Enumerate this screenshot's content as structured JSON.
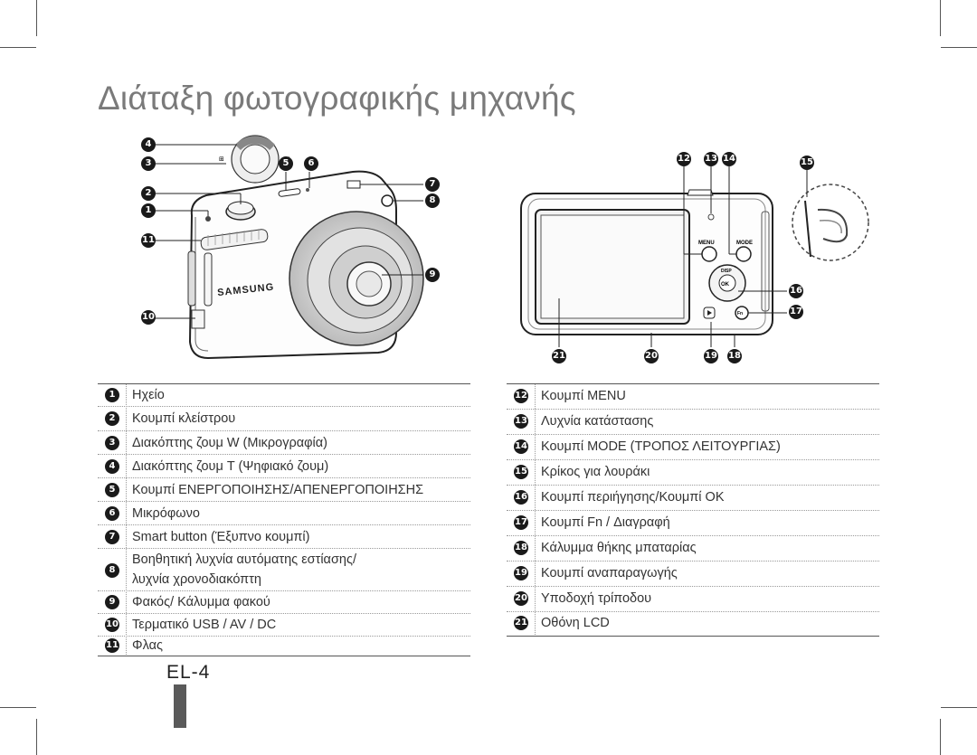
{
  "title": "Διάταξη φωτογραφικής μηχανής",
  "page_label": "EL-4",
  "front": {
    "brand": "SAMSUNG",
    "callouts": [
      "4",
      "3",
      "2",
      "1",
      "11",
      "5",
      "6",
      "7",
      "8",
      "9",
      "10"
    ]
  },
  "back": {
    "menu_label": "MENU",
    "mode_label": "MODE",
    "disp_label": "DISP",
    "ok_label": "OK",
    "fn_label": "Fn",
    "callouts_top": [
      "12",
      "13",
      "14",
      "15"
    ],
    "callouts_right": [
      "16",
      "17"
    ],
    "callouts_bottom": [
      "21",
      "20",
      "19",
      "18"
    ]
  },
  "left_list": [
    {
      "n": "1",
      "text": "Ηχείο"
    },
    {
      "n": "2",
      "text": "Κουμπί κλείστρου"
    },
    {
      "n": "3",
      "text": "Διακόπτης ζουμ W (Μικρογραφία)"
    },
    {
      "n": "4",
      "text": "Διακόπτης ζουμ T (Ψηφιακό ζουμ)"
    },
    {
      "n": "5",
      "text": "Κουμπί ΕΝΕΡΓΟΠΟΙΗΣΗΣ/ΑΠΕΝΕΡΓΟΠΟΙΗΣΗΣ"
    },
    {
      "n": "6",
      "text": "Μικρόφωνο"
    },
    {
      "n": "7",
      "text": "Smart button (Έξυπνο κουμπί)"
    },
    {
      "n": "8",
      "text": "Βοηθητική λυχνία αυτόματης εστίασης/",
      "text2": "λυχνία χρονοδιακόπτη"
    },
    {
      "n": "9",
      "text": "Φακός/ Κάλυμμα φακού"
    },
    {
      "n": "10",
      "text": "Τερματικό USB / AV / DC"
    },
    {
      "n": "11",
      "text": "Φλας"
    }
  ],
  "right_list": [
    {
      "n": "12",
      "text": "Κουμπί MENU"
    },
    {
      "n": "13",
      "text": "Λυχνία κατάστασης"
    },
    {
      "n": "14",
      "text": "Κουμπί MODE (ΤΡΟΠΟΣ ΛΕΙΤΟΥΡΓΙΑΣ)"
    },
    {
      "n": "15",
      "text": "Κρίκος για λουράκι"
    },
    {
      "n": "16",
      "text": "Κουμπί περιήγησης/Κουμπί OK"
    },
    {
      "n": "17",
      "text": "Κουμπί Fn / Διαγραφή"
    },
    {
      "n": "18",
      "text": "Κάλυμμα θήκης μπαταρίας"
    },
    {
      "n": "19",
      "text": "Κουμπί αναπαραγωγής"
    },
    {
      "n": "20",
      "text": "Υποδοχή τρίποδου"
    },
    {
      "n": "21",
      "text": "Οθόνη LCD"
    }
  ]
}
